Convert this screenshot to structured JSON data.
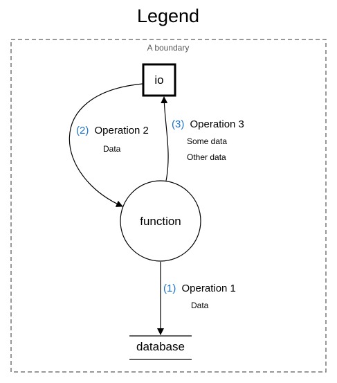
{
  "title": "Legend",
  "boundary": {
    "label": "A boundary"
  },
  "nodes": {
    "io": {
      "label": "io"
    },
    "function": {
      "label": "function"
    },
    "database": {
      "label": "database"
    }
  },
  "flows": [
    {
      "number": "(1)",
      "label": "Operation 1",
      "data": [
        "Data"
      ]
    },
    {
      "number": "(2)",
      "label": "Operation 2",
      "data": [
        "Data"
      ]
    },
    {
      "number": "(3)",
      "label": "Operation 3",
      "data": [
        "Some data",
        "Other data"
      ]
    }
  ],
  "colors": {
    "number": "#1a73c9",
    "boundary": "#777777",
    "stroke": "#000000"
  }
}
